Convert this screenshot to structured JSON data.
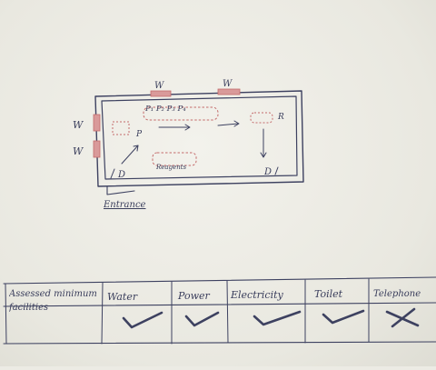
{
  "plan": {
    "window_label": "W",
    "window_left_top": "W",
    "window_left_bottom": "W",
    "door_left": "D",
    "door_right": "D",
    "bench_label": "P₁ P₂ P₃ P₄",
    "station_p": "P",
    "station_r": "R",
    "reagents_label": "Reagents",
    "entrance_label": "Entrance"
  },
  "facilities_table": {
    "row_header": "Assessed minimum facilities",
    "columns": [
      "Water",
      "Power",
      "Electricity",
      "Toilet",
      "Telephone"
    ],
    "marks": [
      "check",
      "check",
      "check",
      "check",
      "cross"
    ]
  }
}
